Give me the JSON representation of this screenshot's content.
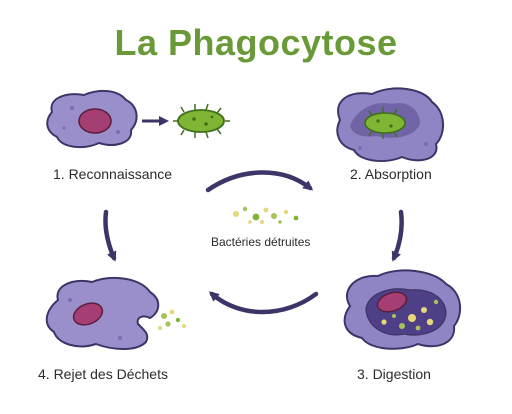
{
  "title": "La Phagocytose",
  "center_label": "Bactéries détruites",
  "steps": [
    {
      "label": "1. Reconnaissance"
    },
    {
      "label": "2. Absorption"
    },
    {
      "label": "3. Digestion"
    },
    {
      "label": "4. Rejet des Déchets"
    }
  ],
  "colors": {
    "title": "#6a9a37",
    "cell_fill": "#9b8fcb",
    "cell_fill_dark": "#574a8e",
    "cell_outline": "#3d3567",
    "nucleus": "#a53f73",
    "bacterium": "#7fb534",
    "bacterium_dark": "#3f6f1c",
    "arrow": "#3c3567",
    "debris_yellow": "#e6d77a",
    "debris_green": "#a6c25b"
  }
}
